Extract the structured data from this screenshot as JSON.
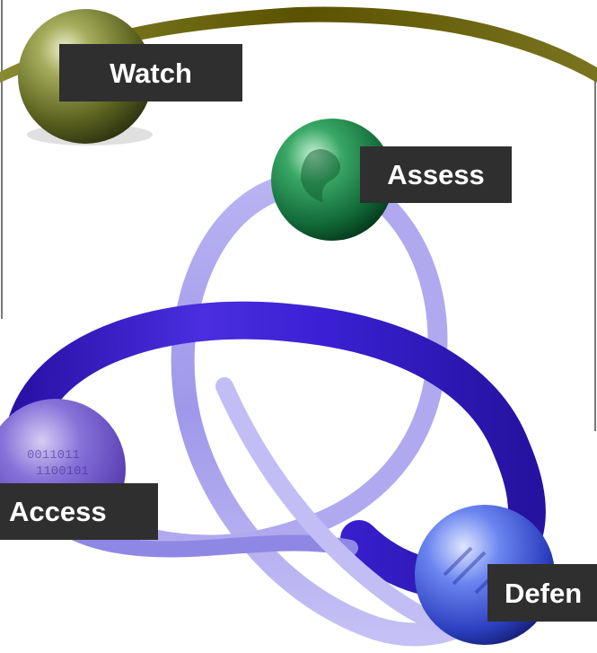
{
  "nodes": {
    "watch": {
      "label": "Watch",
      "color": "#6b7424"
    },
    "assess": {
      "label": "Assess",
      "color": "#1e8a4e"
    },
    "access": {
      "label": "Access",
      "color": "#6a4fc4"
    },
    "defend": {
      "label": "Defen",
      "color": "#3e59d6"
    }
  },
  "colors": {
    "label_bg": "#2f2f2f",
    "label_text": "#ffffff",
    "ring_dark": "#3a1fd0",
    "ring_light": "#a9a2ee",
    "swoosh": "#5a5200",
    "frame_line": "#666666"
  }
}
